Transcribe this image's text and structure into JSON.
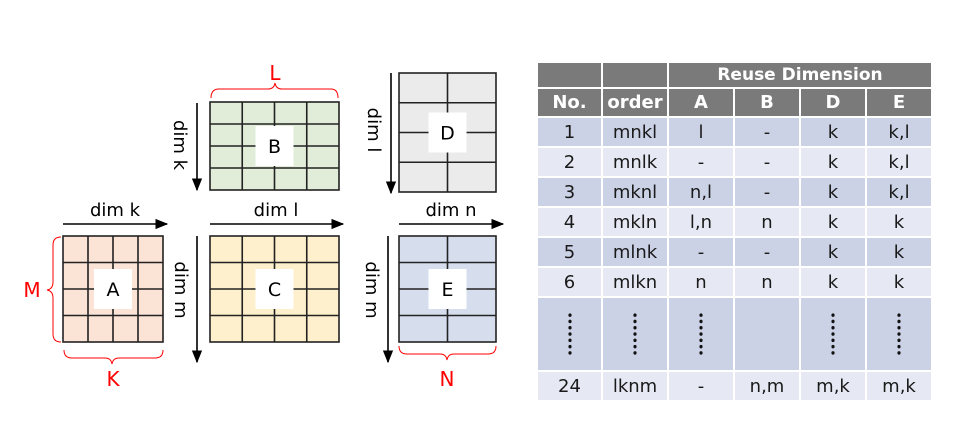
{
  "diagram": {
    "matrices": [
      {
        "name": "A",
        "cols": 4,
        "rows": 4,
        "fill": "#fbe3d5"
      },
      {
        "name": "B",
        "cols": 4,
        "rows": 4,
        "fill": "#e1edd8"
      },
      {
        "name": "C",
        "cols": 4,
        "rows": 4,
        "fill": "#fef0cd"
      },
      {
        "name": "D",
        "cols": 2,
        "rows": 4,
        "fill": "#ebebeb"
      },
      {
        "name": "E",
        "cols": 2,
        "rows": 4,
        "fill": "#d6deee"
      }
    ],
    "dim_labels": {
      "top_k": "dim k",
      "top_l": "dim l",
      "top_n": "dim n",
      "side_k": "dim k",
      "side_l": "dim l",
      "side_m_c": "dim m",
      "side_m_e": "dim m"
    },
    "braces": {
      "L": "L",
      "M": "M",
      "K": "K",
      "N": "N"
    },
    "brace_color": "#ff0000"
  },
  "table": {
    "group_header": "Reuse Dimension",
    "headers": [
      "No.",
      "order",
      "A",
      "B",
      "D",
      "E"
    ],
    "rows": [
      [
        "1",
        "mnkl",
        "l",
        "-",
        "k",
        "k,l"
      ],
      [
        "2",
        "mnlk",
        "-",
        "-",
        "k",
        "k,l"
      ],
      [
        "3",
        "mknl",
        "n,l",
        "-",
        "k",
        "k,l"
      ],
      [
        "4",
        "mkln",
        "l,n",
        "n",
        "k",
        "k"
      ],
      [
        "5",
        "mlnk",
        "-",
        "-",
        "k",
        "k"
      ],
      [
        "6",
        "mlkn",
        "n",
        "n",
        "k",
        "k"
      ]
    ],
    "ellipsis_row": [
      "⋮",
      "⋮",
      "⋮",
      "",
      "⋮",
      "⋮"
    ],
    "last_row": [
      "24",
      "lknm",
      "-",
      "n,m",
      "m,k",
      "m,k"
    ],
    "header_color": "#7a7a7a",
    "row_odd_color": "#cbd2e6",
    "row_even_color": "#e6e9f4"
  }
}
